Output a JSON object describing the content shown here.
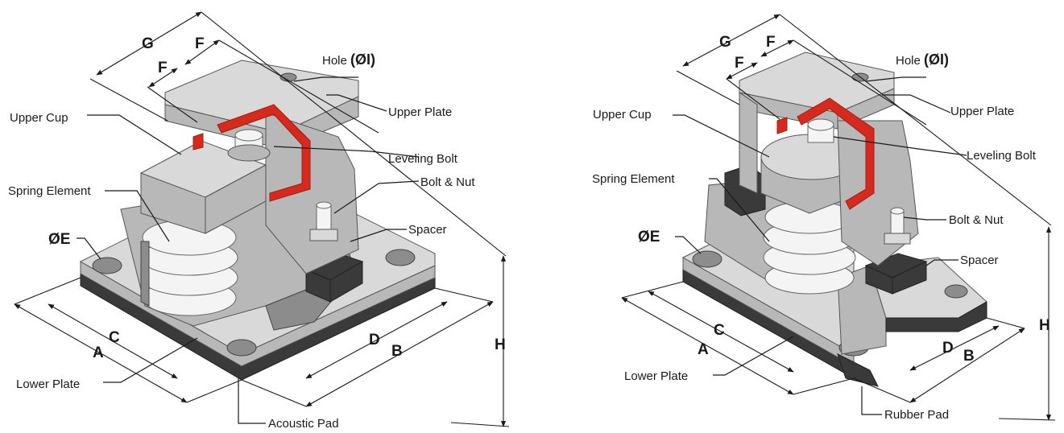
{
  "left": {
    "labels": {
      "hole_prefix": "Hole ",
      "hole_symbol": "(ØI)",
      "upper_plate": "Upper Plate",
      "upper_cup": "Upper Cup",
      "leveling_bolt": "Leveling Bolt",
      "bolt_nut": "Bolt & Nut",
      "spring_element": "Spring Element",
      "spacer": "Spacer",
      "diam_e": "ØE",
      "lower_plate": "Lower Plate",
      "pad": "Acoustic Pad"
    },
    "dims": {
      "g": "G",
      "f1": "F",
      "f2": "F",
      "a": "A",
      "c": "C",
      "d": "D",
      "b": "B",
      "h": "H"
    }
  },
  "right": {
    "labels": {
      "hole_prefix": "Hole ",
      "hole_symbol": "(ØI)",
      "upper_plate": "Upper Plate",
      "upper_cup": "Upper Cup",
      "leveling_bolt": "Leveling Bolt",
      "bolt_nut": "Bolt & Nut",
      "spring_element": "Spring Element",
      "spacer": "Spacer",
      "diam_e": "ØE",
      "lower_plate": "Lower Plate",
      "pad": "Rubber Pad"
    },
    "dims": {
      "g": "G",
      "f1": "F",
      "f2": "F",
      "a": "A",
      "c": "C",
      "d": "D",
      "b": "B",
      "h": "H"
    }
  }
}
